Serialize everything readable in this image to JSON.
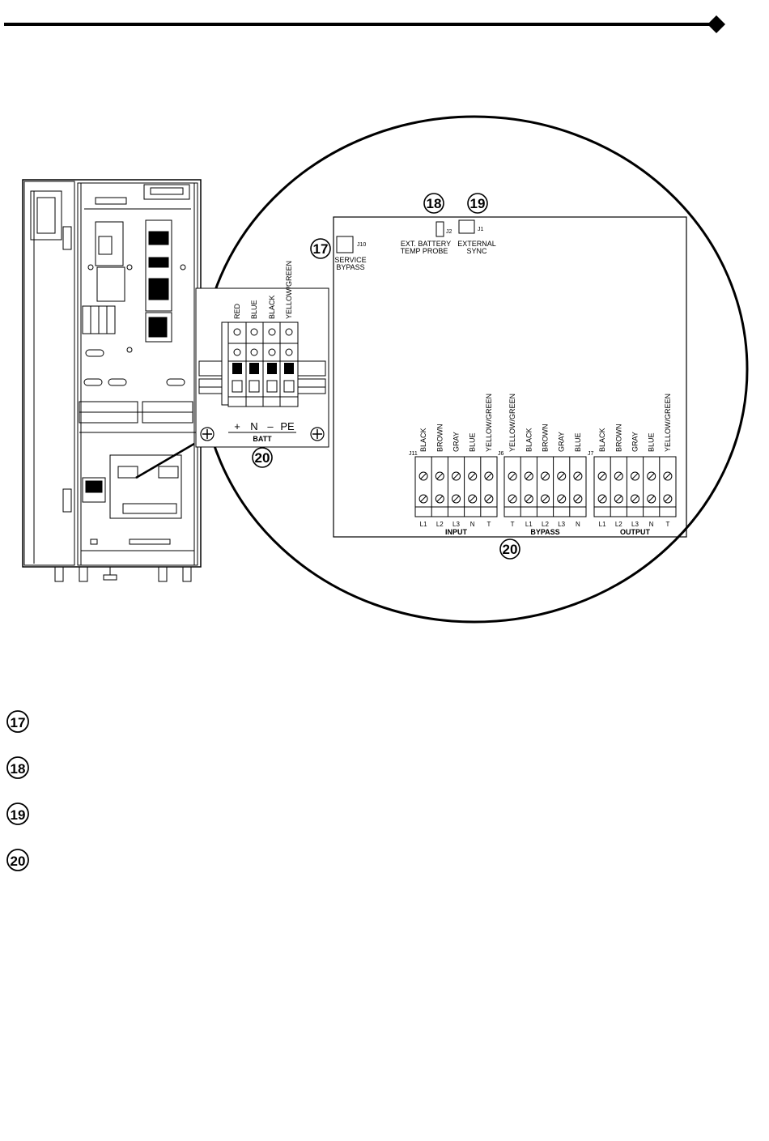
{
  "colors": {
    "ink": "#000000",
    "paper": "#ffffff"
  },
  "callouts": {
    "c17": "17",
    "c18": "18",
    "c19": "19",
    "c20": "20"
  },
  "board": {
    "service_bypass": {
      "connector": "J10",
      "line1": "SERVICE",
      "line2": "BYPASS"
    },
    "ext_battery": {
      "connector": "J2",
      "line1": "EXT. BATTERY",
      "line2": "TEMP PROBE"
    },
    "external_sync": {
      "connector": "J1",
      "line1": "EXTERNAL",
      "line2": "SYNC"
    },
    "input": {
      "connector": "J11",
      "title": "INPUT",
      "wires": [
        "BLACK",
        "BROWN",
        "GRAY",
        "BLUE",
        "YELLOW/GREEN"
      ],
      "terminals": [
        "L1",
        "L2",
        "L3",
        "N",
        "T"
      ]
    },
    "bypass": {
      "connector": "J6",
      "title": "BYPASS",
      "wires": [
        "YELLOW/GREEN",
        "BLACK",
        "BROWN",
        "GRAY",
        "BLUE"
      ],
      "terminals": [
        "T",
        "L1",
        "L2",
        "L3",
        "N"
      ]
    },
    "output": {
      "connector": "J7",
      "title": "OUTPUT",
      "wires": [
        "BLACK",
        "BROWN",
        "GRAY",
        "BLUE",
        "YELLOW/GREEN"
      ],
      "terminals": [
        "L1",
        "L2",
        "L3",
        "N",
        "T"
      ]
    }
  },
  "battery": {
    "title": "BATT",
    "wires": [
      "RED",
      "BLUE",
      "BLACK",
      "YELLOW/GREEN"
    ],
    "terminals": [
      "+",
      "N",
      "–",
      "PE"
    ]
  },
  "legend": [
    "17",
    "18",
    "19",
    "20"
  ]
}
